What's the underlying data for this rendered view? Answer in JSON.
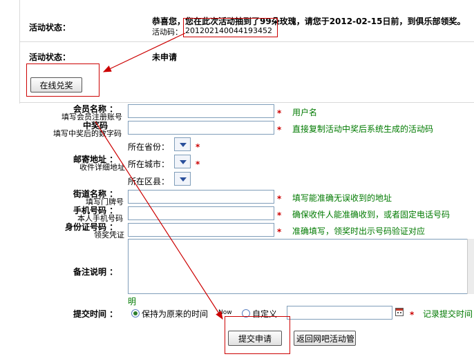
{
  "top": {
    "status_label_1": "活动状态：",
    "congrats": "恭喜您，您在此次活动抽到了99朵玫瑰，请您于2012-02-15日前，到俱乐部领奖。",
    "code_label": "活动码：",
    "code_value": "201202140044193452",
    "status_label_2": "活动状态：",
    "status_value": "未申请",
    "redeem_button": "在线兑奖"
  },
  "form": {
    "member_name_label": "会员名称 ：",
    "member_name_sub": "填写会员注册账号",
    "member_name_hint": "用户名",
    "prize_code_label": "中奖码",
    "prize_code_sub": "填写中奖后的数字码",
    "prize_code_hint": "直接复制活动中奖后系统生成的活动码",
    "province_label": "所在省份：",
    "mail_label": "邮寄地址 ：",
    "mail_sub": "收件详细地址",
    "city_label": "所在城市：",
    "district_label": "所在区县：",
    "street_label": "街道名称 ：",
    "street_sub": "填写门牌号",
    "street_hint": "填写能准确无误收到的地址",
    "phone_label": "手机号码 ：",
    "phone_sub": "本人手机号码",
    "phone_hint": "确保收件人能准确收到，或者固定电话号码",
    "id_label": "身份证号码 ：",
    "id_sub": "领奖凭证",
    "id_hint": "准确填写，领奖时出示号码验证对应",
    "remark_label": "备注说明 ：",
    "remark_tail": "明",
    "submit_time_label": "提交时间 ：",
    "radio_keep": "保持为原来的时间",
    "now_text": "Now",
    "radio_custom": "自定义",
    "time_hint": "记录提交时间",
    "required_mark": "*"
  },
  "buttons": {
    "submit": "提交申请",
    "back": "返回网吧活动管"
  },
  "colors": {
    "annotation_red": "#cc0000",
    "hint_green": "#007a00"
  }
}
